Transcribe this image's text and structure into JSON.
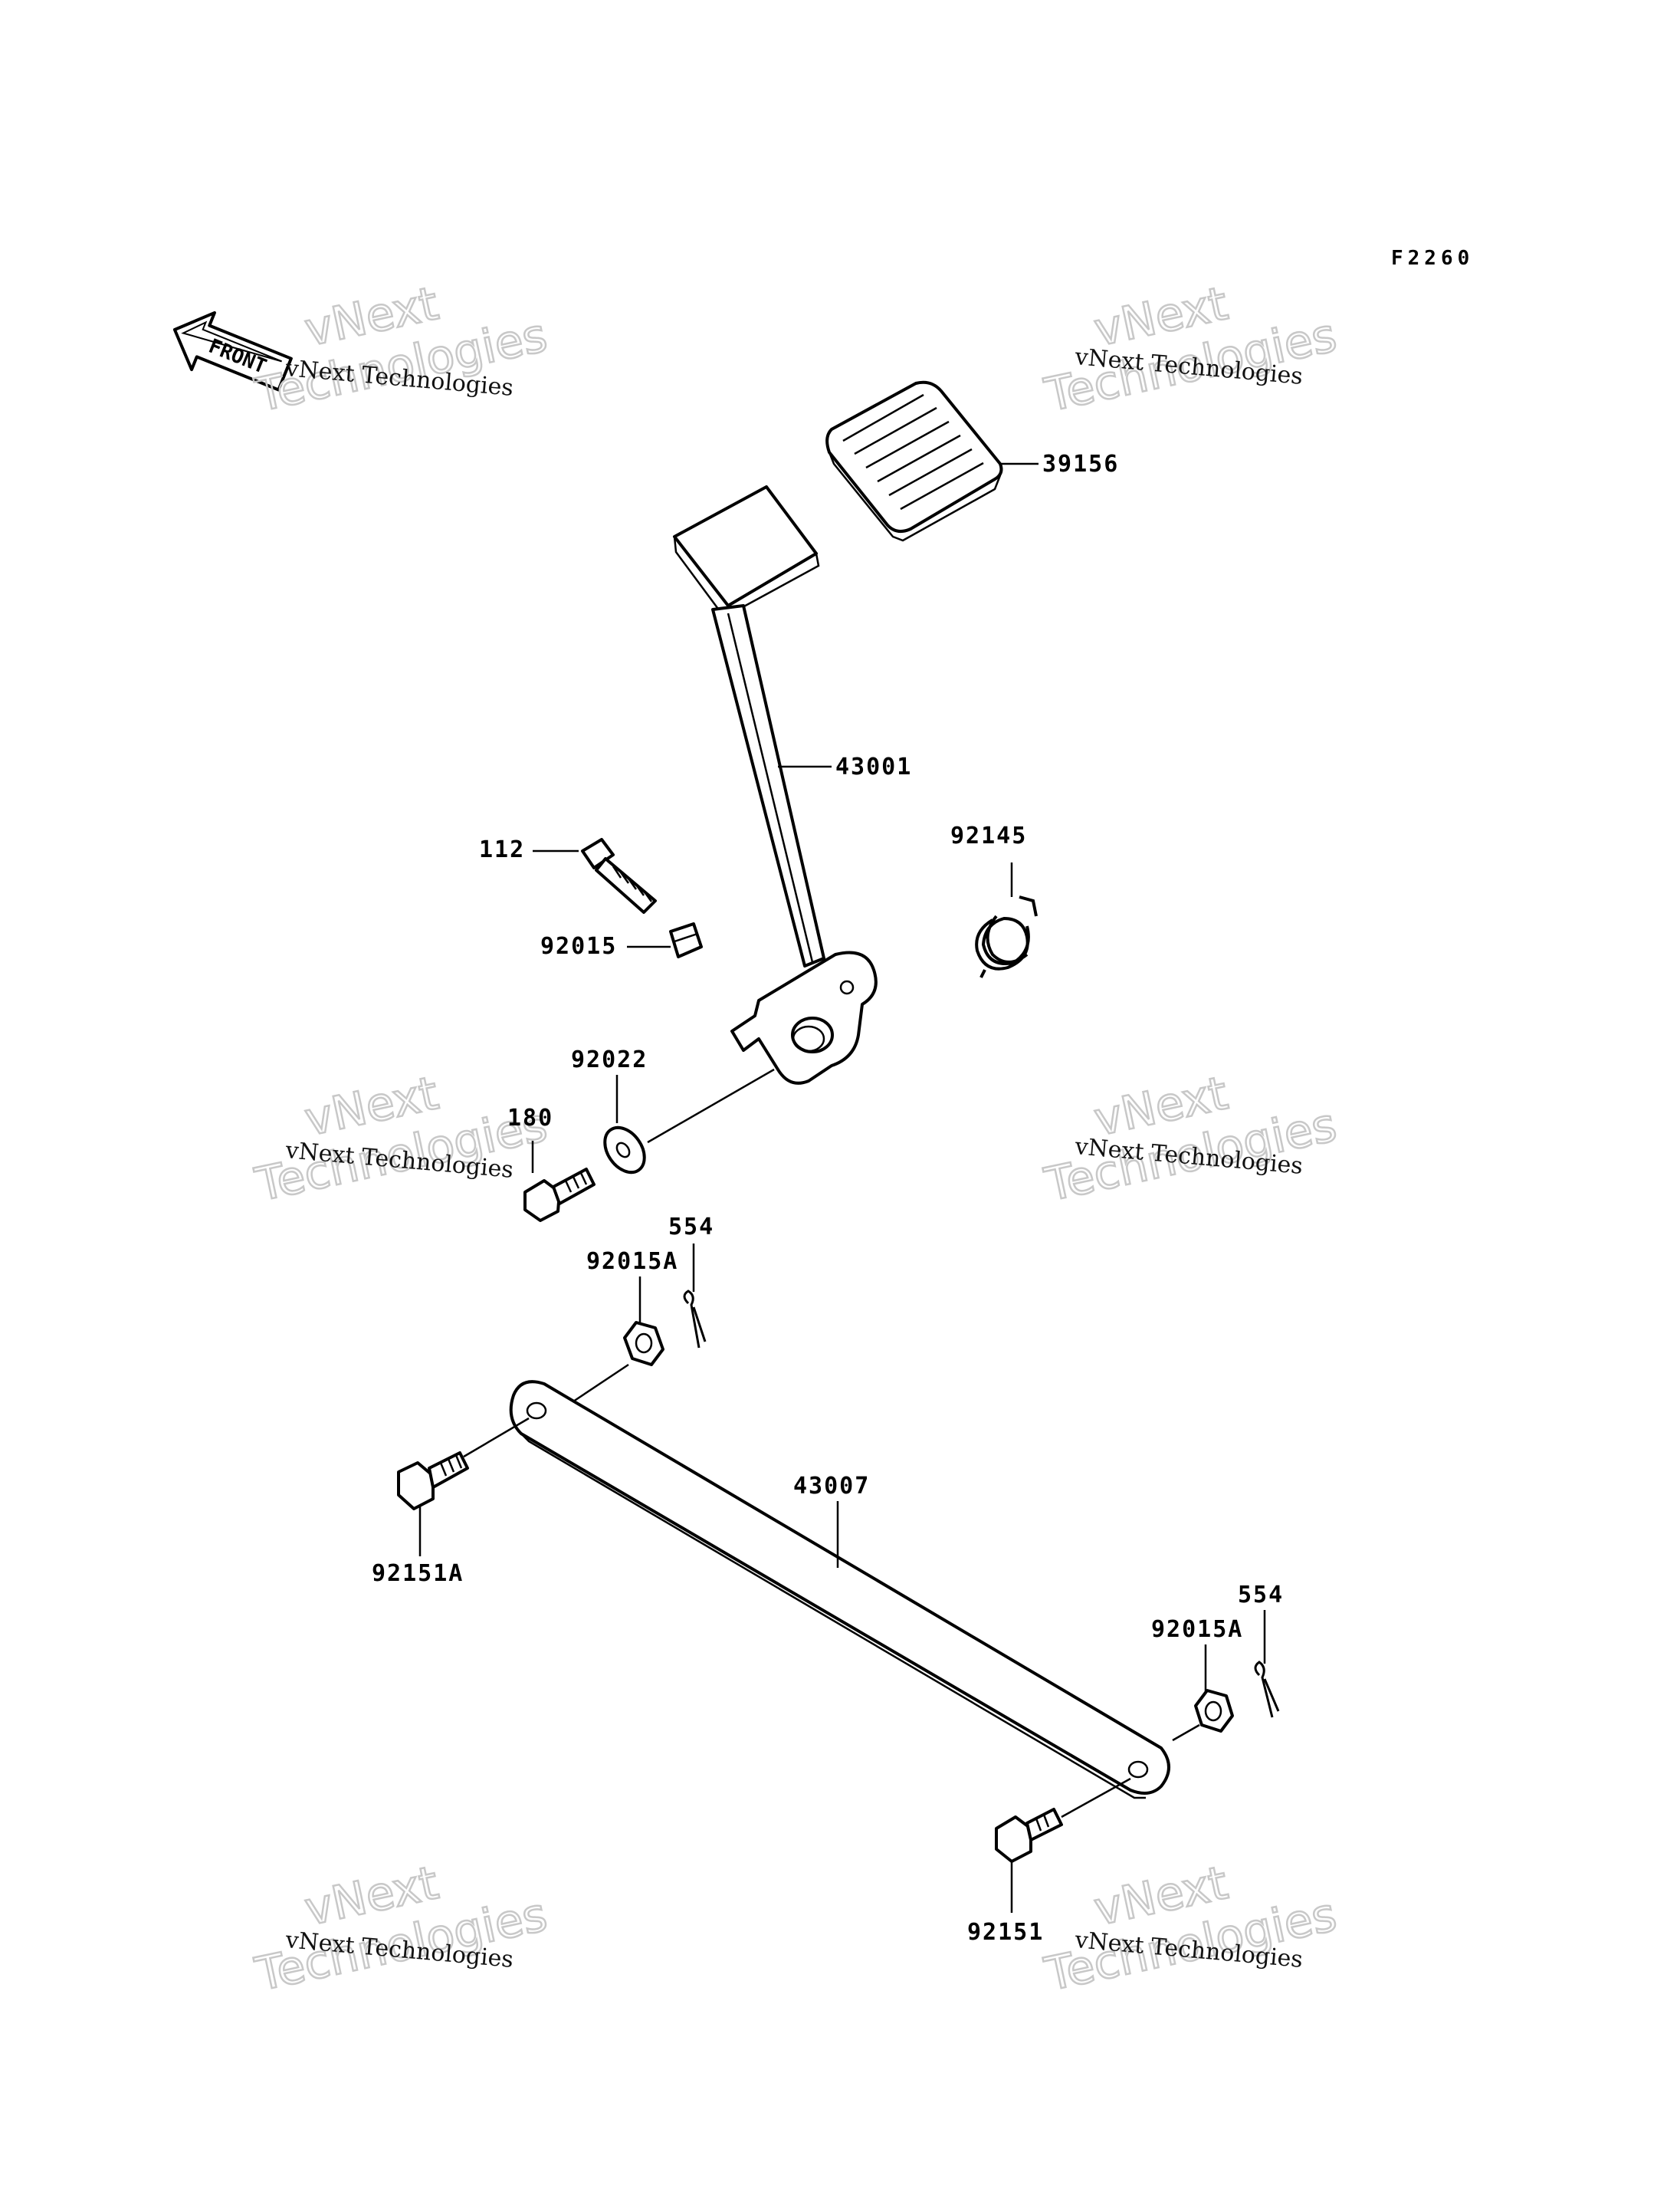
{
  "diagram": {
    "code": "F2260",
    "front_label": "FRONT",
    "watermark": {
      "line_small": "vNext Technologies",
      "line_big_1": "vNext",
      "line_big_2": "Technologies"
    },
    "parts": [
      {
        "id": "39156"
      },
      {
        "id": "43001"
      },
      {
        "id": "112"
      },
      {
        "id": "92015"
      },
      {
        "id": "92145"
      },
      {
        "id": "92022"
      },
      {
        "id": "180"
      },
      {
        "id": "554"
      },
      {
        "id": "92015A"
      },
      {
        "id": "43007"
      },
      {
        "id": "92151A"
      },
      {
        "id": "554"
      },
      {
        "id": "92015A"
      },
      {
        "id": "92151"
      }
    ]
  }
}
